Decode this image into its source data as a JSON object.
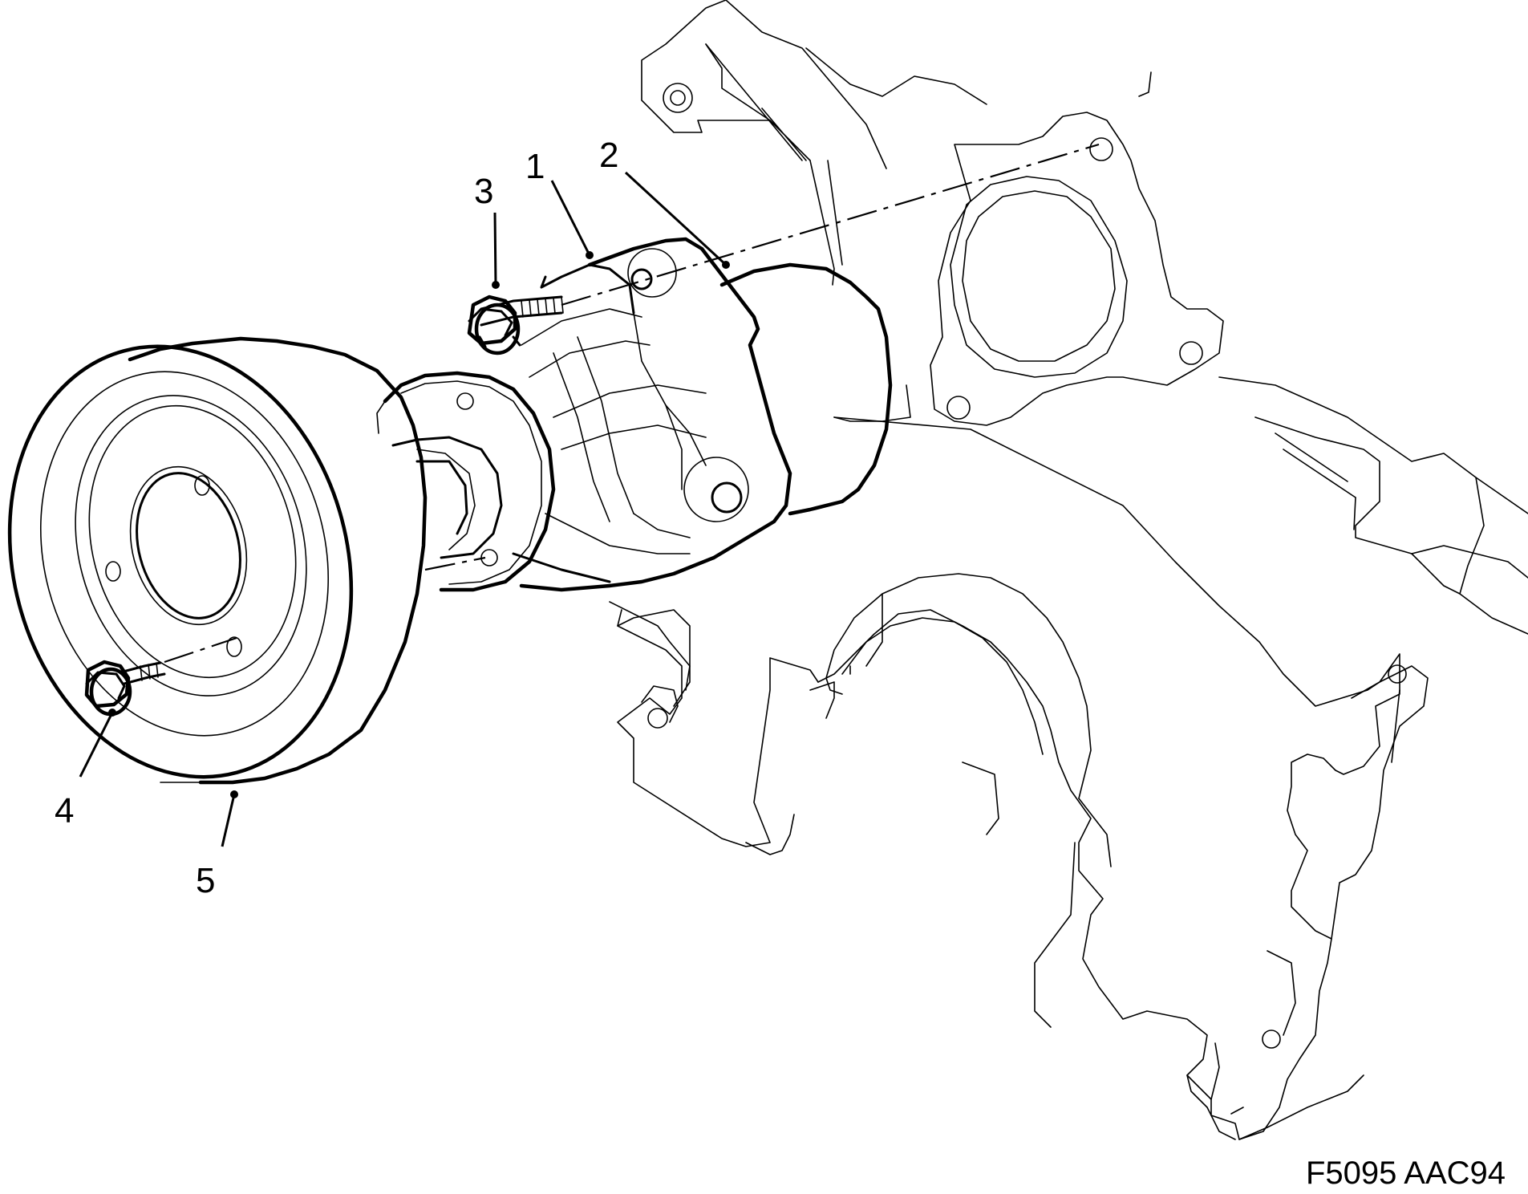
{
  "callouts": [
    {
      "id": "part-1",
      "label": "1"
    },
    {
      "id": "part-2",
      "label": "2"
    },
    {
      "id": "part-3",
      "label": "3"
    },
    {
      "id": "part-4",
      "label": "4"
    },
    {
      "id": "part-5",
      "label": "5"
    }
  ],
  "reference_code": "F5095 AAC94"
}
